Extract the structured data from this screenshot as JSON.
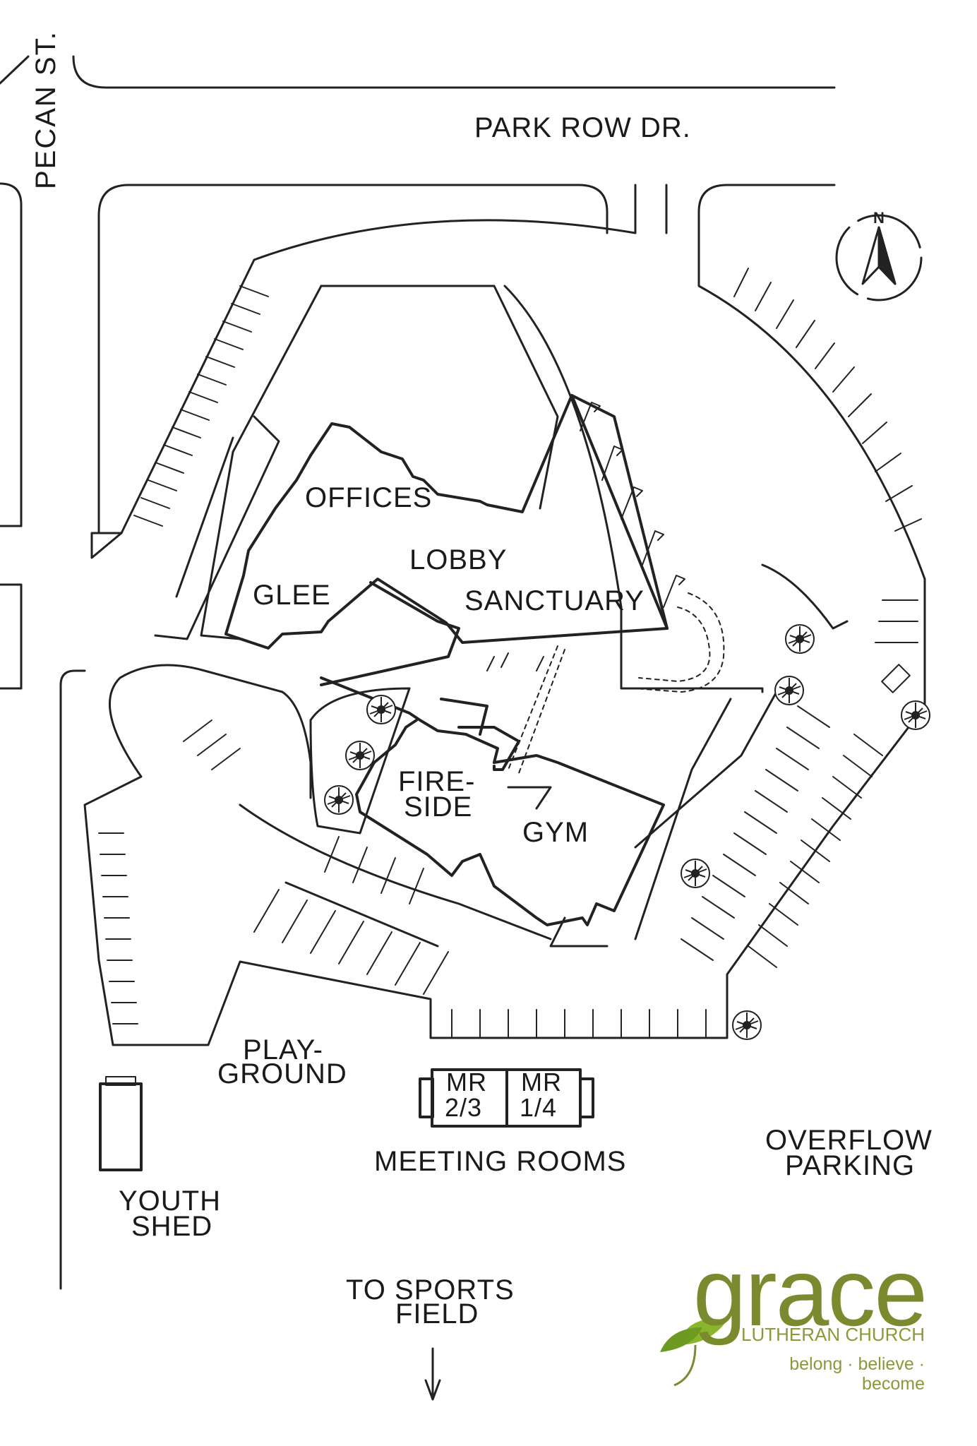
{
  "streets": {
    "pecan": "PECAN ST.",
    "park_row": "PARK ROW DR."
  },
  "compass": {
    "north": "N"
  },
  "buildings": {
    "offices": "OFFICES",
    "lobby": "LOBBY",
    "glee": "GLEE",
    "sanctuary": "SANCTUARY",
    "fireside_1": "FIRE-",
    "fireside_2": "SIDE",
    "gym": "GYM",
    "mr_23_a": "MR",
    "mr_23_b": "2/3",
    "mr_14_a": "MR",
    "mr_14_b": "1/4"
  },
  "areas": {
    "playground_1": "PLAY-",
    "playground_2": "GROUND",
    "meeting_rooms": "MEETING ROOMS",
    "overflow_1": "OVERFLOW",
    "overflow_2": "PARKING",
    "youth_1": "YOUTH",
    "youth_2": "SHED",
    "sports_1": "TO SPORTS",
    "sports_2": "FIELD"
  },
  "logo": {
    "word": "grace",
    "name": "LUTHERAN CHURCH",
    "tagline": "belong · believe · become",
    "color": "#7a8a2f"
  }
}
